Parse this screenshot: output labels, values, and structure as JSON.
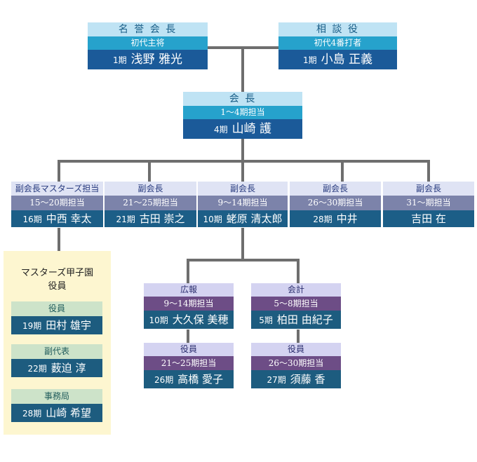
{
  "advisor_honorary": {
    "title": "名 誉 会 長",
    "sub": "初代主将",
    "term": "1期",
    "name": "浅野 雅光"
  },
  "advisor_counsel": {
    "title": "相 談 役",
    "sub": "初代4番打者",
    "term": "1期",
    "name": "小島 正義"
  },
  "president": {
    "title": "会 長",
    "sub": "1～4期担当",
    "term": "4期",
    "name": "山崎 護"
  },
  "vice_presidents": [
    {
      "title": "副会長マスターズ担当",
      "sub": "15～20期担当",
      "term": "16期",
      "name": "中西 幸太"
    },
    {
      "title": "副会長",
      "sub": "21～25期担当",
      "term": "21期",
      "name": "古田 崇之"
    },
    {
      "title": "副会長",
      "sub": "9～14期担当",
      "term": "10期",
      "name": "蛯原 清太郎"
    },
    {
      "title": "副会長",
      "sub": "26～30期担当",
      "term": "28期",
      "name": "中井"
    },
    {
      "title": "副会長",
      "sub": "31～期担当",
      "term": "",
      "name": "吉田 在"
    }
  ],
  "staff": [
    {
      "title": "広報",
      "sub": "9～14期担当",
      "term": "10期",
      "name": "大久保 美穂"
    },
    {
      "title": "会計",
      "sub": "5～8期担当",
      "term": "5期",
      "name": "柏田 由紀子"
    },
    {
      "title": "役員",
      "sub": "21～25期担当",
      "term": "26期",
      "name": "高橋 愛子"
    },
    {
      "title": "役員",
      "sub": "26～30期担当",
      "term": "27期",
      "name": "須藤 香"
    }
  ],
  "masters": {
    "title": "マスターズ甲子園\n役員",
    "members": [
      {
        "title": "役員",
        "term": "19期",
        "name": "田村 雄宇"
      },
      {
        "title": "副代表",
        "term": "22期",
        "name": "薮迫 淳"
      },
      {
        "title": "事務局",
        "term": "28期",
        "name": "山崎 希望"
      }
    ]
  },
  "colors": {
    "connector": "#6e6e6e",
    "blue_title": "#bfe3f4",
    "blue_sub": "#26a2cc",
    "blue_name": "#1b5a99",
    "vp_title": "#dfe3f4",
    "vp_sub": "#7c83aa",
    "vp_name": "#1c5e87",
    "staff_title": "#d4d3f1",
    "staff_sub": "#6d4d86",
    "staff_name": "#1d5c7f",
    "masters_bg": "#fdf6d0",
    "masters_title": "#cde3c9"
  }
}
